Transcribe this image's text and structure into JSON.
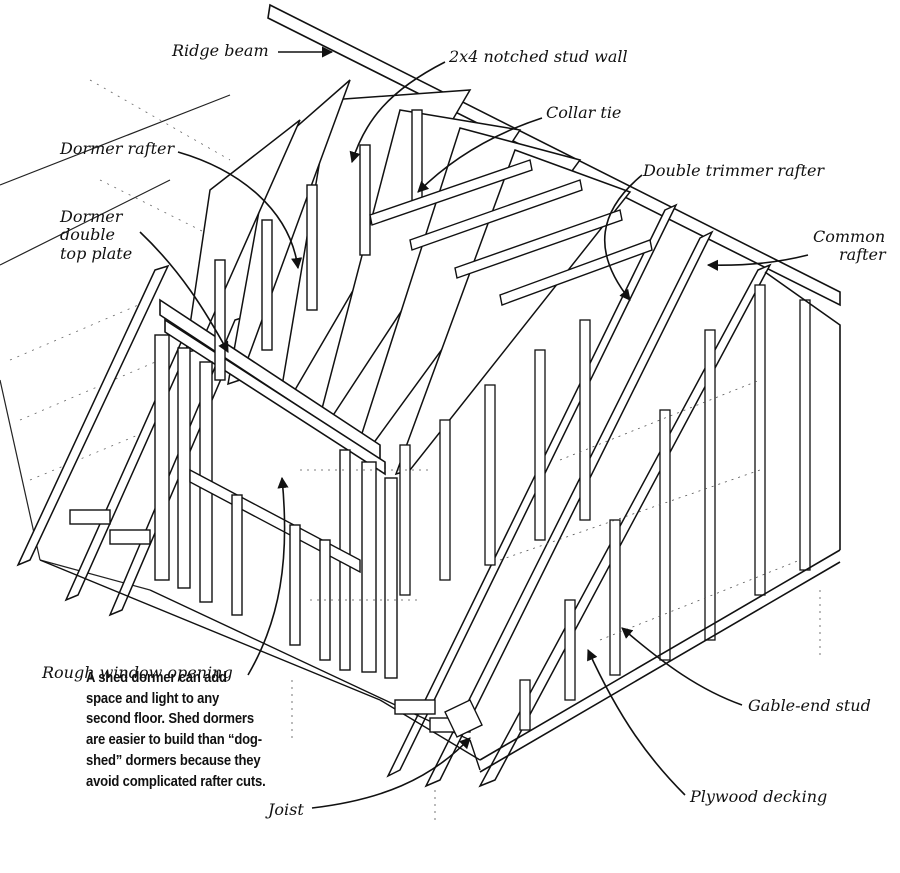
{
  "labels": {
    "ridge_beam": "Ridge beam",
    "notched_stud_wall": "2x4 notched stud wall",
    "collar_tie": "Collar tie",
    "dormer_rafter": "Dormer rafter",
    "double_trimmer_rafter": "Double trimmer rafter",
    "dormer_double_top_plate": [
      "Dormer",
      "double",
      "top plate"
    ],
    "common_rafter": [
      "Common",
      "rafter"
    ],
    "rough_window_opening": "Rough window opening",
    "gable_end_stud": "Gable-end stud",
    "plywood_decking": "Plywood decking",
    "joist": "Joist"
  },
  "caption": "A shed dormer can add space and light to any second floor. Shed dormers are easier to build than “dog-shed” dormers because they avoid complicated rafter cuts."
}
